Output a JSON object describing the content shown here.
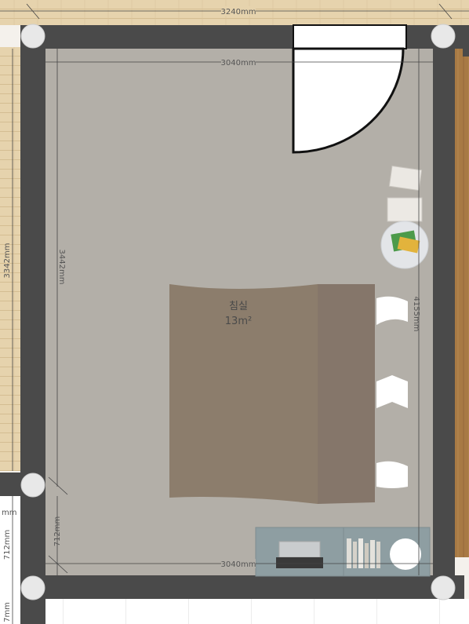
{
  "room": {
    "name": "침실",
    "area": "13m²"
  },
  "dimensions": {
    "outer_top": "3240mm",
    "inner_top": "3040mm",
    "inner_bottom": "3040mm",
    "outer_left": "3342mm",
    "inner_left": "3442mm",
    "inner_right": "4155mm",
    "lower_left_inner": "712mm",
    "lower_left_outer": "712mm",
    "left_small_top": "mm",
    "bottom_left_cut": "7mm"
  },
  "colors": {
    "floor": "#b3afa8",
    "wall": "#4a4a4a",
    "wood_outside": "#e6d3ad",
    "wood_right": "#a87a44",
    "bed": "#8c7d6c",
    "desk": "#8e9ea2",
    "column": "#e8e8e8"
  },
  "icons": [
    "door-swing-icon",
    "laptop-icon",
    "bookshelf-icon",
    "round-table-icon",
    "wall-frame-icon",
    "pillow-icon"
  ]
}
